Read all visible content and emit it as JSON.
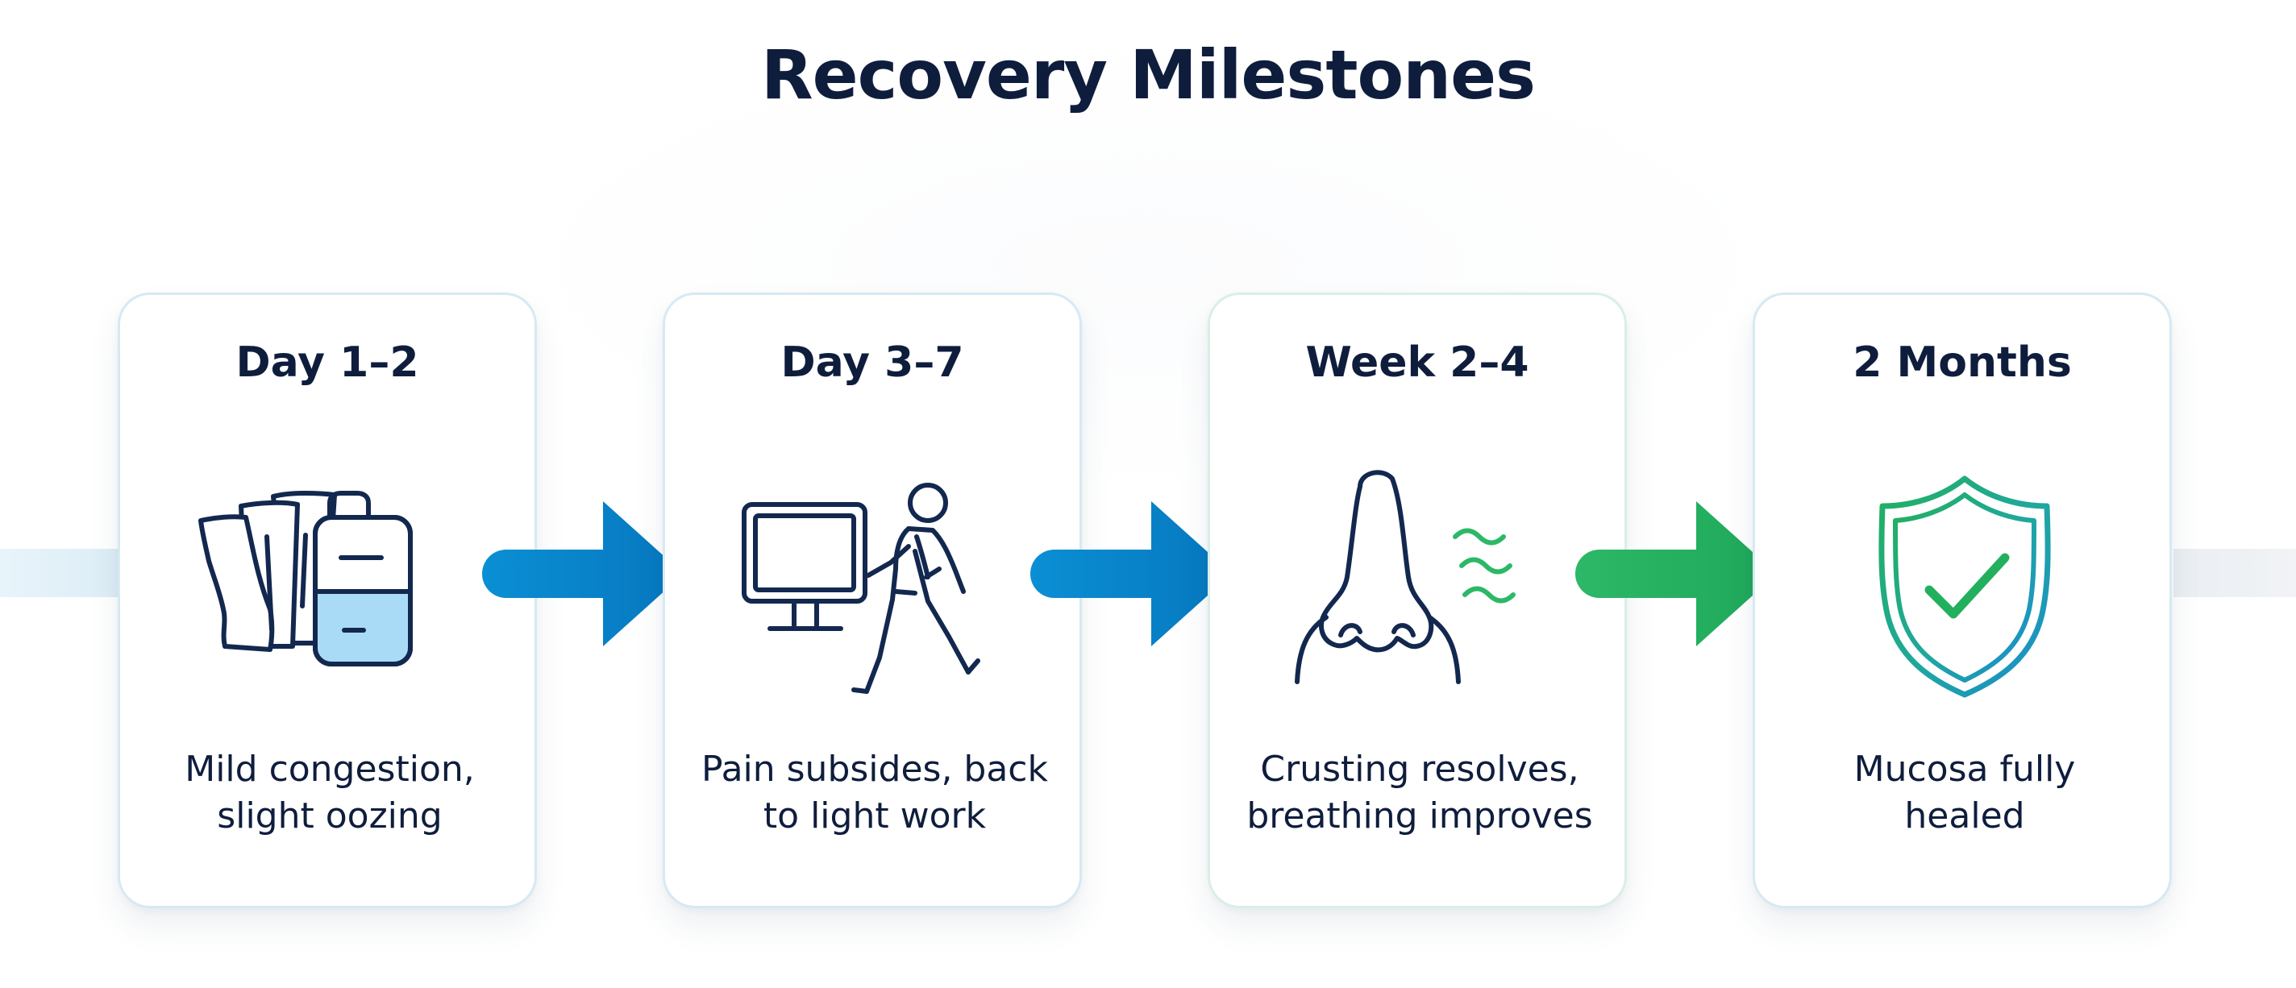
{
  "title": "Recovery Milestones",
  "milestones": [
    {
      "heading": "Day 1–2",
      "description_lines": [
        "Mild congestion,",
        "slight oozing"
      ],
      "icon": "tissues-and-ice-pack-icon"
    },
    {
      "heading": "Day 3–7",
      "description_lines": [
        "Pain subsides, back",
        "to light work"
      ],
      "icon": "computer-and-walking-person-icon"
    },
    {
      "heading": "Week 2–4",
      "description_lines": [
        "Crusting resolves,",
        "breathing improves"
      ],
      "icon": "nose-breathing-icon"
    },
    {
      "heading": "2 Months",
      "description_lines": [
        "Mucosa fully",
        "healed"
      ],
      "icon": "shield-check-icon"
    }
  ],
  "colors": {
    "text": "#0f1d3d",
    "icon_stroke": "#13284f",
    "arrow_blue": "#0a8fd4",
    "arrow_blue_dark": "#0777bf",
    "arrow_green": "#2cb867",
    "arrow_green_dark": "#1fa85a",
    "shield_green": "#22b05e",
    "shield_blue": "#1a8bd0",
    "ice_pack_fill": "#a9dbf6",
    "wave_green": "#2cb867"
  }
}
